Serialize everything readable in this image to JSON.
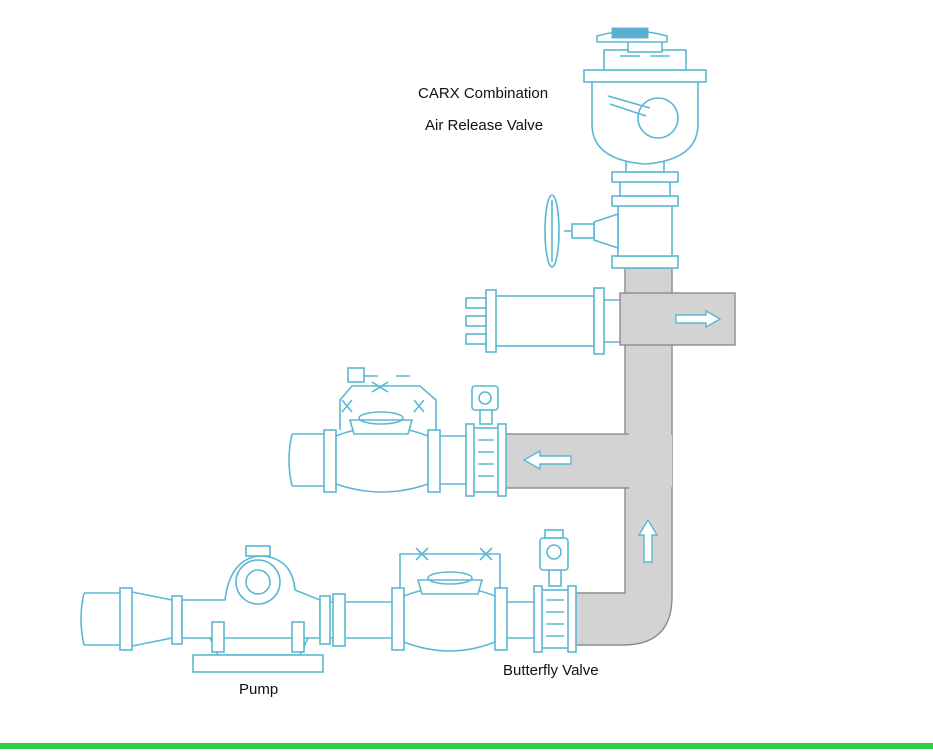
{
  "labels": {
    "carx_line1": "CARX Combination",
    "carx_line2": "Air Release Valve",
    "pump": "Pump",
    "butterfly_valve": "Butterfly Valve"
  },
  "colors": {
    "outline": "#5bb8d4",
    "pipe_fill": "#d3d3d3",
    "pipe_stroke": "#8c8c8c",
    "bottom_bar": "#2ecc40",
    "valve_blue": "#5aaed0"
  },
  "icons": [
    "up-arrow-icon",
    "left-arrow-icon",
    "right-arrow-icon"
  ]
}
